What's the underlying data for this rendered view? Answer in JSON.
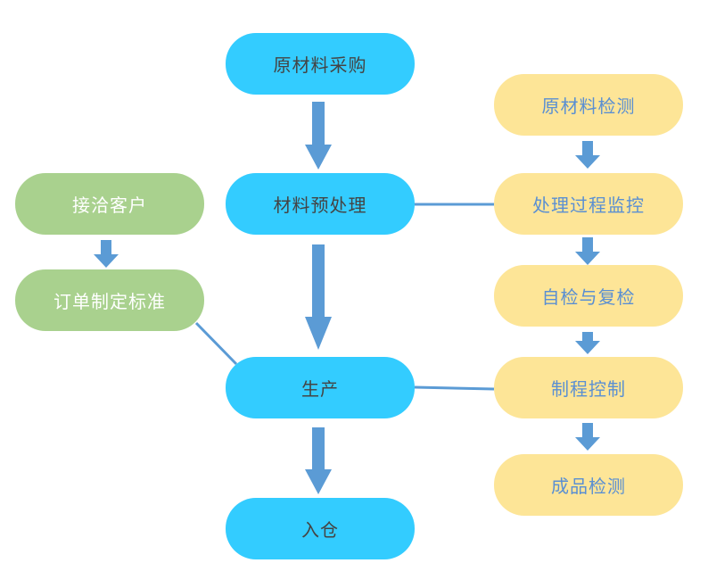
{
  "nodes": {
    "raw_material_purchase": "原材料采购",
    "material_pretreatment": "材料预处理",
    "production": "生产",
    "warehousing": "入仓",
    "contact_customer": "接洽客户",
    "order_standards": "订单制定标准",
    "raw_material_inspection": "原材料检测",
    "process_monitoring": "处理过程监控",
    "self_and_recheck": "自检与复检",
    "process_control": "制程控制",
    "finished_product_inspection": "成品检测"
  },
  "colors": {
    "main_flow": "#33ccff",
    "customer_flow": "#a9d18e",
    "quality_flow": "#fde597",
    "quality_text": "#5a8fd2",
    "arrow": "#5b9bd5"
  }
}
